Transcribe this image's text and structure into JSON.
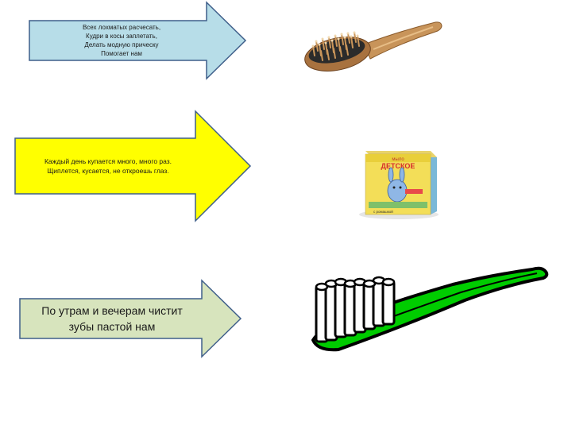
{
  "riddles": [
    {
      "lines": [
        "Всех лохматых расчесать,",
        "Кудри в косы заплетать,",
        "Делать модную прическу",
        "Помогает нам"
      ],
      "fill": "#b7dde8",
      "image": "hairbrush-icon"
    },
    {
      "lines": [
        "Каждый день купается много, много раз.",
        "Щиплется, кусается, не откроешь глаз."
      ],
      "fill": "#ffff00",
      "image": "soap-icon"
    },
    {
      "lines": [
        "По утрам и вечерам чистит",
        "зубы пастой нам"
      ],
      "fill": "#d7e4bd",
      "image": "toothbrush-icon"
    }
  ],
  "soap_label": {
    "brand": "мыло",
    "name": "ДЕТСКОЕ",
    "note": "с ромашкой"
  },
  "colors": {
    "border": "#3f5f8a",
    "toothbrush_handle": "#00cc00"
  }
}
